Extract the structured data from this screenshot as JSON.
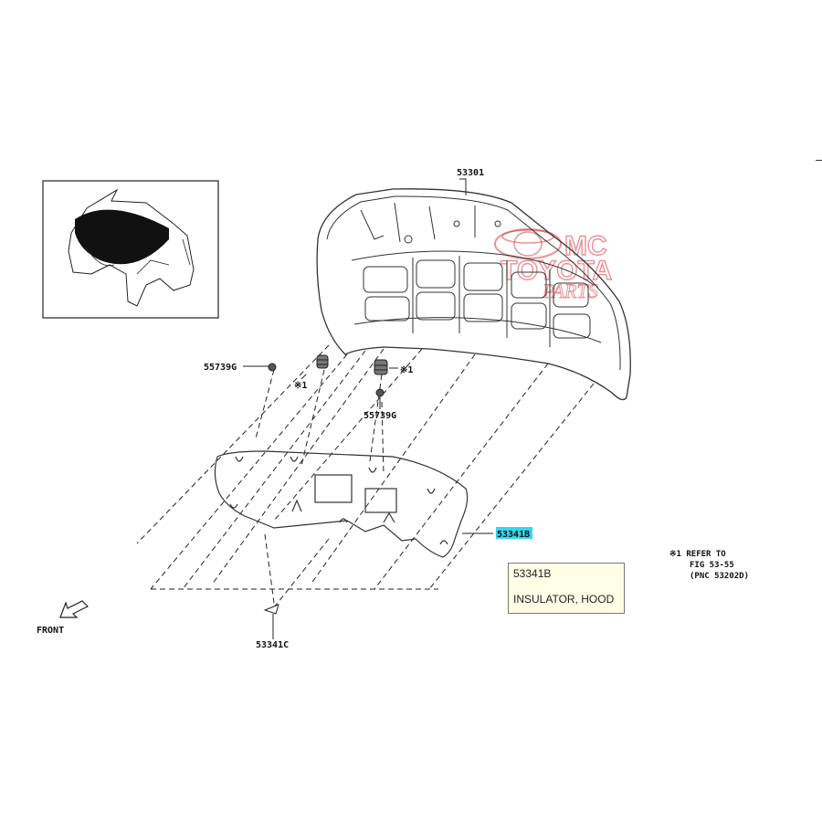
{
  "watermark": {
    "line1": "MC",
    "line2": "TOYOTA",
    "line3": "PARTS",
    "accent": "#d9363e"
  },
  "parts": {
    "hood": "53301",
    "insulator": "53341B",
    "clip_left": "55739G",
    "clip_center": "55739G",
    "clip_bottom": "53341C",
    "ref_mark_left": "※1",
    "ref_mark_right": "※1"
  },
  "note": {
    "line1": "※1 REFER TO",
    "line2": "FIG 53-55",
    "line3": "(PNC 53202D)"
  },
  "front_label": "FRONT",
  "tooltip": {
    "code": "53341B",
    "name": "INSULATOR, HOOD"
  },
  "highlight_color": "#33d6f0"
}
